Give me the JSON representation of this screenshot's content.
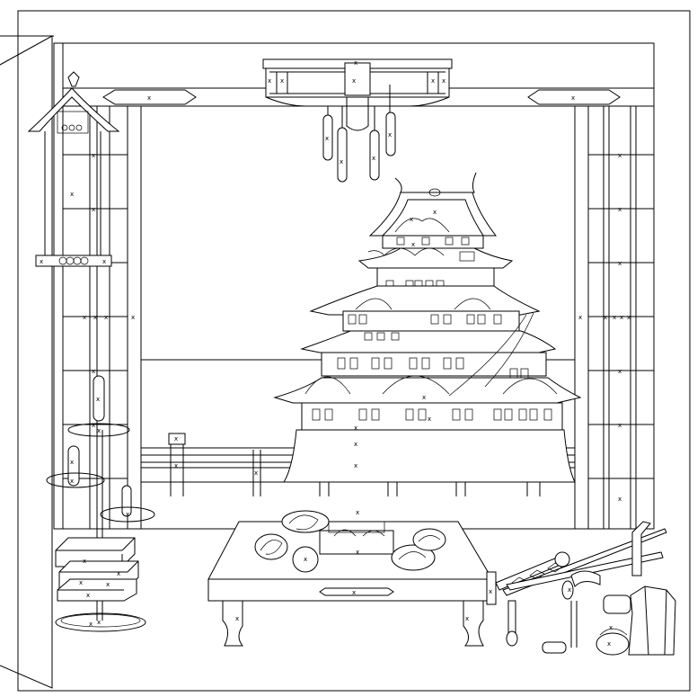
{
  "scene": {
    "subject": "",
    "colors": {
      "line": "#000000",
      "background": "#ffffff"
    }
  },
  "elements": {
    "castle": {
      "name": "castle"
    },
    "altar-table": {
      "name": "altar-table"
    },
    "sword": {
      "name": "sword"
    },
    "armor-stand": {
      "name": "armor-stand"
    },
    "hanging-lantern": {
      "name": "hanging-lantern"
    },
    "ceiling-plaque": {
      "name": "ceiling-plaque"
    },
    "left-shrine": {
      "name": "left-shrine"
    },
    "left-pillar": {
      "name": "left-pillar"
    },
    "right-pillar": {
      "name": "right-pillar"
    },
    "stacked-boxes": {
      "name": "stacked-boxes"
    }
  }
}
